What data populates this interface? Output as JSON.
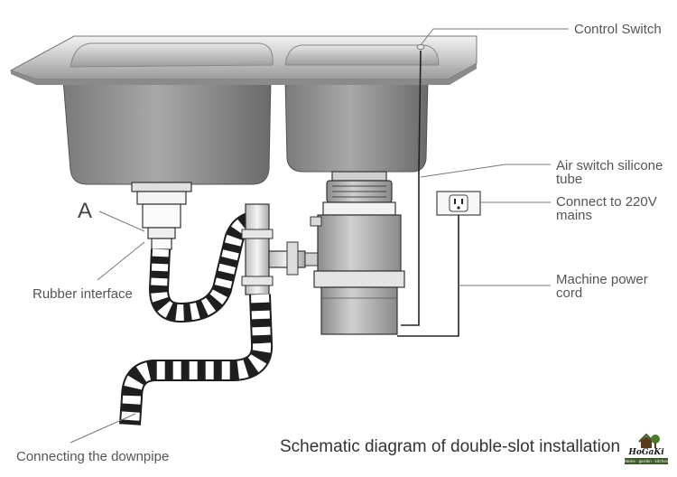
{
  "labels": {
    "control_switch": "Control Switch",
    "air_switch_line1": "Air switch silicone",
    "air_switch_line2": "tube",
    "connect_line1": "Connect to 220V",
    "connect_line2": "mains",
    "power_line1": "Machine power",
    "power_line2": "cord",
    "point_a": "A",
    "rubber_interface": "Rubber interface",
    "downpipe": "Connecting the downpipe"
  },
  "caption": "Schematic diagram of double-slot installation",
  "logo": {
    "name": "HoGaKi",
    "tagline": "Home · garden · kitchen",
    "icon": "house-tree-logo-icon"
  },
  "colors": {
    "steel_light": "#d9d9d9",
    "steel_dark": "#6f6f6f",
    "hose_dark": "#1e1e1e",
    "hose_light": "#ffffff",
    "leader_line": "#777777",
    "text": "#555555"
  }
}
